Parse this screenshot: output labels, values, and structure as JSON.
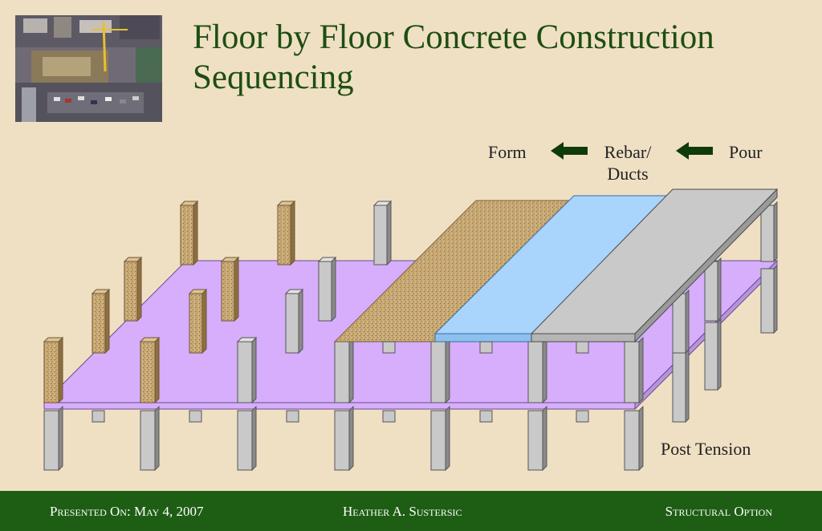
{
  "title": {
    "line1": "Floor by Floor Concrete Construction",
    "line2": "Sequencing"
  },
  "labels": {
    "form": "Form",
    "rebar_line1": "Rebar/",
    "rebar_line2": "Ducts",
    "pour": "Pour",
    "post_tension": "Post Tension"
  },
  "icons": {
    "arrow_1": "arrow-left-icon",
    "arrow_2": "arrow-left-icon"
  },
  "colors": {
    "background": "#efe0c4",
    "title": "#1e4e12",
    "footer": "#1e5e14",
    "slab_lavender": "#d6aefc",
    "rebar_blue": "#a9d4fb",
    "pour_gray": "#c9c9c9",
    "formwork_tan": "#c9ab74",
    "arrow": "#0f3a0c"
  },
  "footer": {
    "presented_label": "Presented On:",
    "presented_date": "May 4, 2007",
    "author": "Heather A. Sustersic",
    "option": "Structural Option"
  }
}
